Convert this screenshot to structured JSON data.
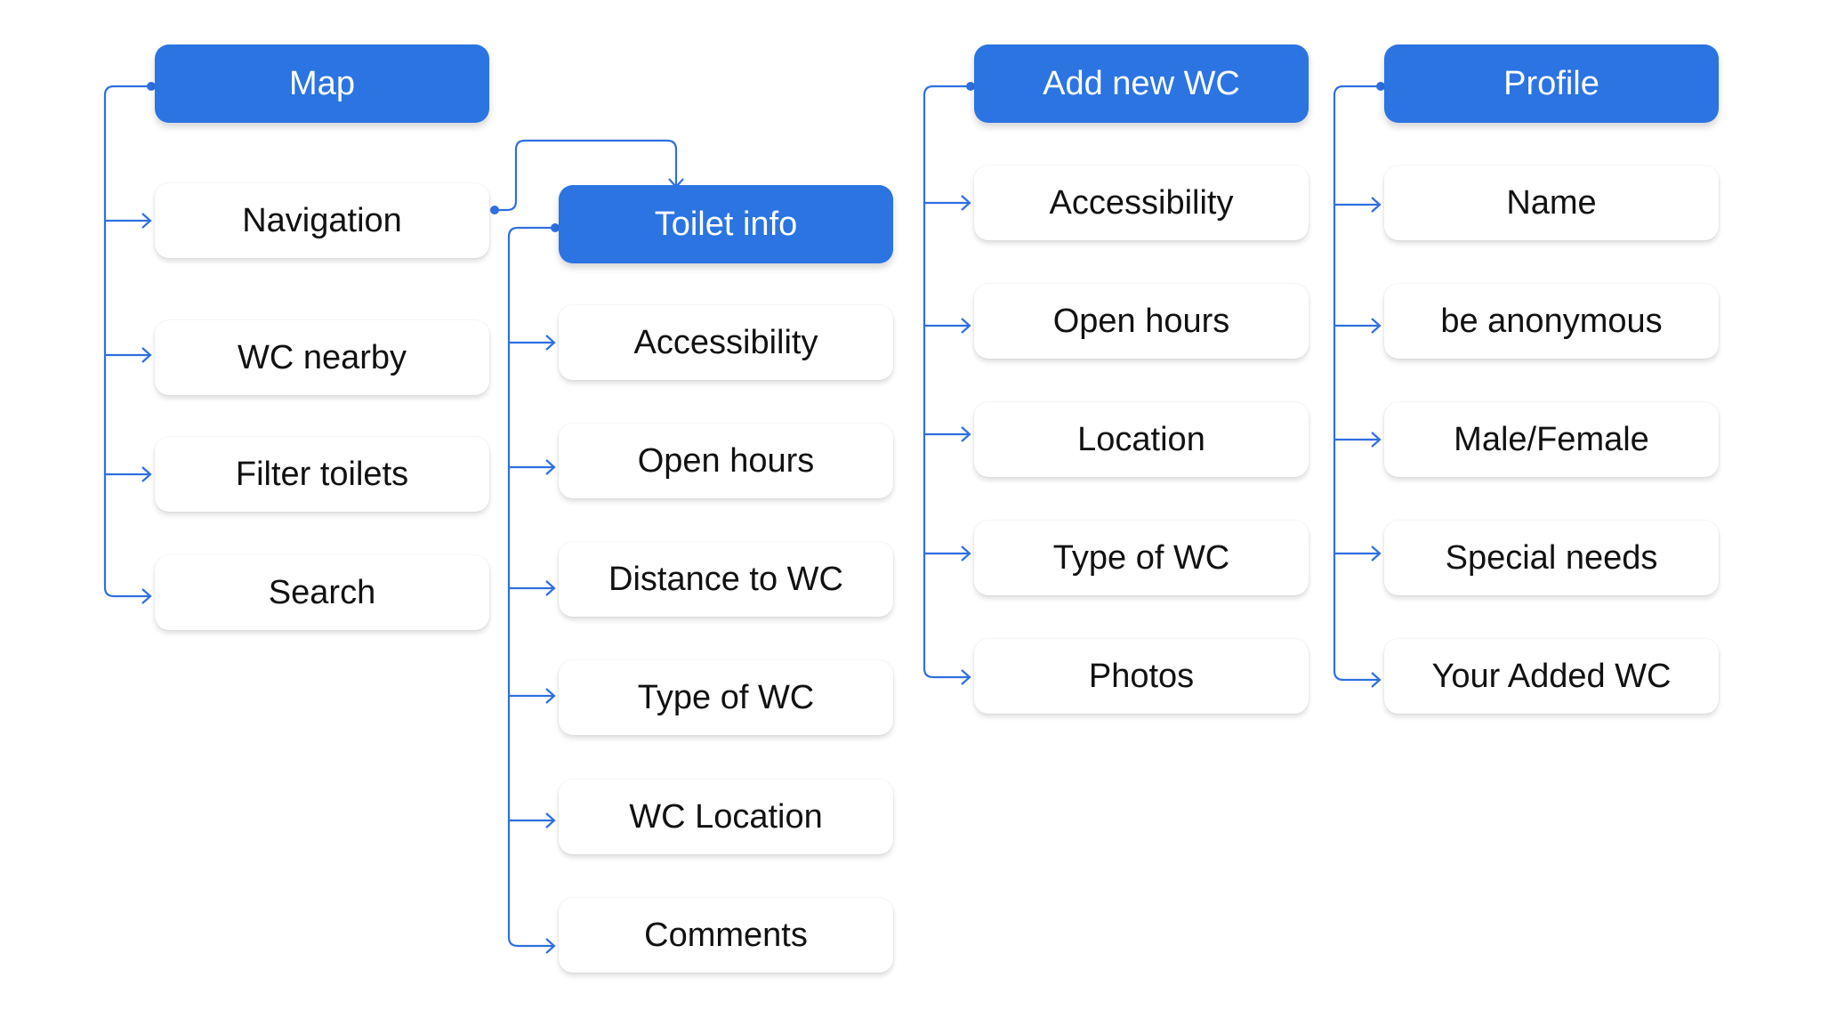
{
  "accent_color": "#2b74e2",
  "connector_color": "#2f6fe0",
  "columns": {
    "map": {
      "header": "Map",
      "items": [
        "Navigation",
        "WC nearby",
        "Filter toilets",
        "Search"
      ]
    },
    "toilet_info": {
      "header": "Toilet info",
      "items": [
        "Accessibility",
        "Open hours",
        "Distance to WC",
        "Type of WC",
        "WC Location",
        "Comments"
      ]
    },
    "add_new_wc": {
      "header": "Add new WC",
      "items": [
        "Accessibility",
        "Open hours",
        "Location",
        "Type of WC",
        "Photos"
      ]
    },
    "profile": {
      "header": "Profile",
      "items": [
        "Name",
        "be anonymous",
        "Male/Female",
        "Special needs",
        "Your Added WC"
      ]
    }
  }
}
